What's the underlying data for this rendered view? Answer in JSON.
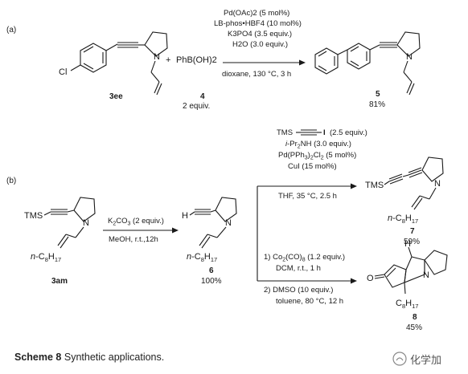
{
  "part_a": {
    "label": "(a)",
    "conditions_top": [
      "Pd(OAc)",
      "LB-phos•HBF",
      "K",
      "H"
    ],
    "cond1": "Pd(OAc)2 (5 mol%)",
    "cond2": "LB-phos•HBF4 (10 mol%)",
    "cond3": "K3PO4 (3.5 equiv.)",
    "cond4": "H2O (3.0 equiv.)",
    "cond5": "dioxane, 130 °C, 3 h",
    "reagent": "PhB(OH)2",
    "plus": "+",
    "cl": "Cl",
    "n": "N",
    "sm_label": "3ee",
    "reagent_label": "4",
    "reagent_equiv": "2 equiv.",
    "product_label": "5",
    "product_yield": "81%"
  },
  "part_b": {
    "label": "(b)",
    "tms": "TMS",
    "n": "N",
    "h": "H",
    "o": "O",
    "i": "I",
    "alkyl": "n-C8H17",
    "sm_label": "3am",
    "step1_cond1": "K2CO3 (2 equiv.)",
    "step1_cond2": "MeOH, r.t.,12h",
    "int_label": "6",
    "int_yield": "100%",
    "upper_cond1": "TMS—≡—I (2.5 equiv.)",
    "upper_cond2": "i-Pr2NH (3.0 equiv.)",
    "upper_cond3": "Pd(PPh3)2Cl2 (5 mol%)",
    "upper_cond4": "CuI (15 mol%)",
    "upper_cond5": "THF, 35 °C, 2.5 h",
    "upper_label": "7",
    "upper_yield": "59%",
    "lower_cond1": "1) Co2(CO)8 (1.2 equiv.)",
    "lower_cond2": "DCM, r.t., 1 h",
    "lower_cond3": "2) DMSO (10 equiv.)",
    "lower_cond4": "toluene, 80 °C, 12 h",
    "lower_label": "8",
    "lower_yield": "45%"
  },
  "caption": {
    "bold": "Scheme 8",
    "text": "Synthetic applications."
  },
  "watermark": "化学加"
}
